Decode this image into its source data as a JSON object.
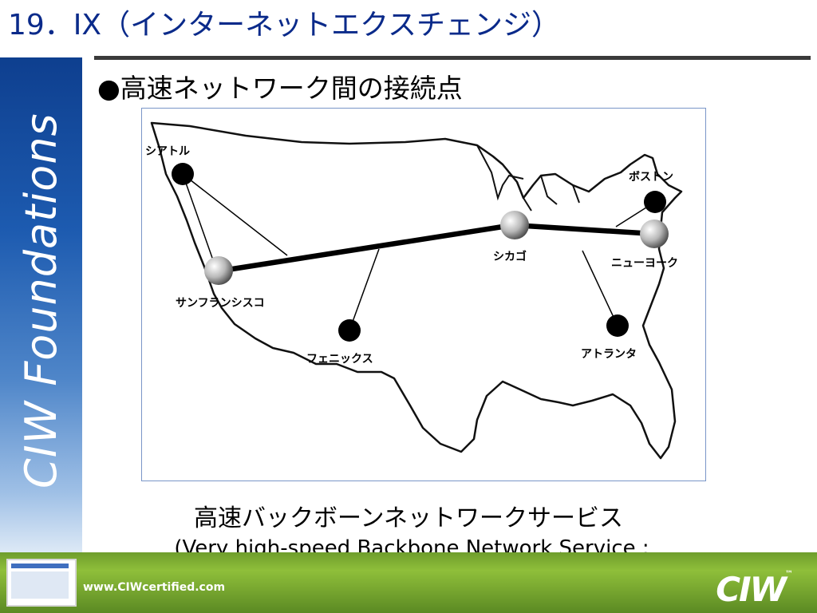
{
  "slide": {
    "title": "19．IX（インターネットエクスチェンジ）",
    "bullet": "●高速ネットワーク間の接続点",
    "sidebar_text": "CIW Foundations",
    "caption_jp": "高速バックボーンネットワークサービス",
    "caption_en": "(Very high-speed Backbone Network Service : vBNS)"
  },
  "map": {
    "cities": {
      "seattle": "シアトル",
      "sanfrancisco": "サンフランシスコ",
      "phoenix": "フェニックス",
      "chicago": "シカゴ",
      "boston": "ボストン",
      "newyork": "ニューヨーク",
      "atlanta": "アトランタ"
    }
  },
  "footer": {
    "url": "www.CIWcertified.com",
    "logo": "CIW",
    "tm": "™"
  },
  "colors": {
    "title": "#0a2a8a",
    "sidebar": "#1d5bb0",
    "footer": "#7aab30",
    "frame": "#7a96c8"
  }
}
